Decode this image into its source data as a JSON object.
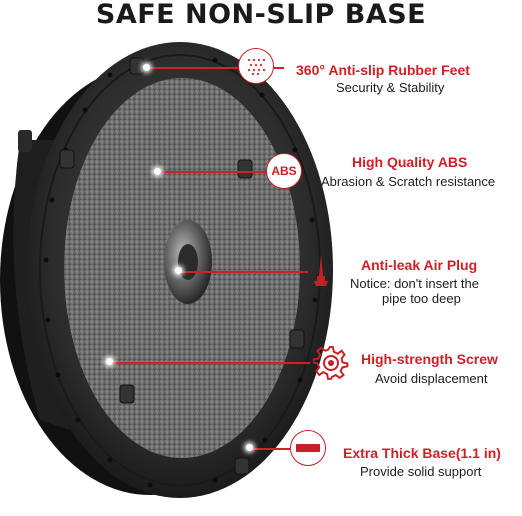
{
  "title": "SAFE NON-SLIP BASE",
  "features": [
    {
      "heading": "360° Anti-slip Rubber Feet",
      "line1": "Security & Stability",
      "line2": "",
      "icon": "rubber-texture-icon"
    },
    {
      "heading": "High Quality ABS",
      "line1": "Abrasion & Scratch resistance",
      "line2": "",
      "icon": "abs-icon",
      "icon_text": "ABS"
    },
    {
      "heading": "Anti-leak Air Plug",
      "line1": "Notice: don't insert the",
      "line2": "pipe too deep",
      "icon": "air-plug-icon"
    },
    {
      "heading": "High-strength Screw",
      "line1": "Avoid displacement",
      "line2": "",
      "icon": "gear-icon"
    },
    {
      "heading": "Extra Thick Base(1.1 in)",
      "line1": "Provide solid support",
      "line2": "",
      "icon": "thick-base-icon"
    }
  ],
  "colors": {
    "accent": "#d01f26",
    "text": "#1e1e1e",
    "title": "#1a1a1a"
  }
}
